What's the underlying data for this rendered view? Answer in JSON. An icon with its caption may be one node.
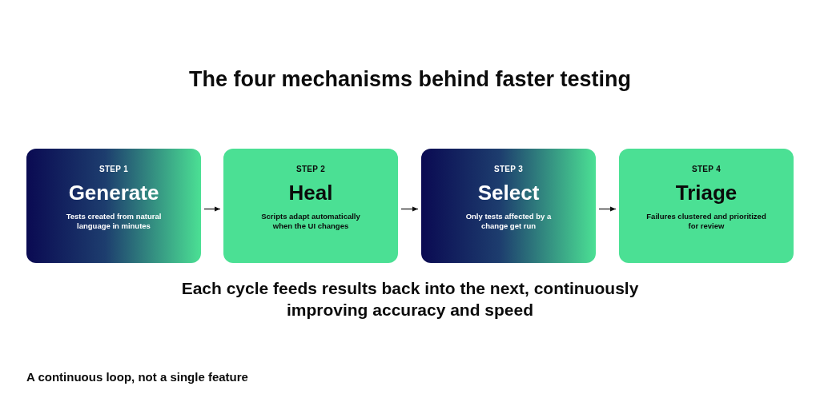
{
  "diagram": {
    "title": "The four mechanisms behind faster testing",
    "nodes": [
      {
        "text": [
          "STEP 1",
          "Generate",
          "Tests created from natural language in minutes"
        ]
      },
      {
        "text": [
          "STEP 2",
          "Heal",
          "Scripts adapt automatically when the UI changes"
        ]
      },
      {
        "text": [
          "STEP 3",
          "Select",
          "Only tests affected by a change get run"
        ]
      },
      {
        "text": [
          "STEP 4",
          "Triage",
          "Failures clustered and prioritized for review"
        ]
      }
    ],
    "edges": [
      {
        "from": 0,
        "to": 1,
        "arrow": "to"
      },
      {
        "from": 1,
        "to": 2,
        "arrow": "to"
      },
      {
        "from": 2,
        "to": 3,
        "arrow": "to"
      }
    ],
    "labels": [
      "Each cycle feeds results back into the next, continuously improving accuracy and speed",
      "A continuous loop, not a single feature"
    ]
  }
}
